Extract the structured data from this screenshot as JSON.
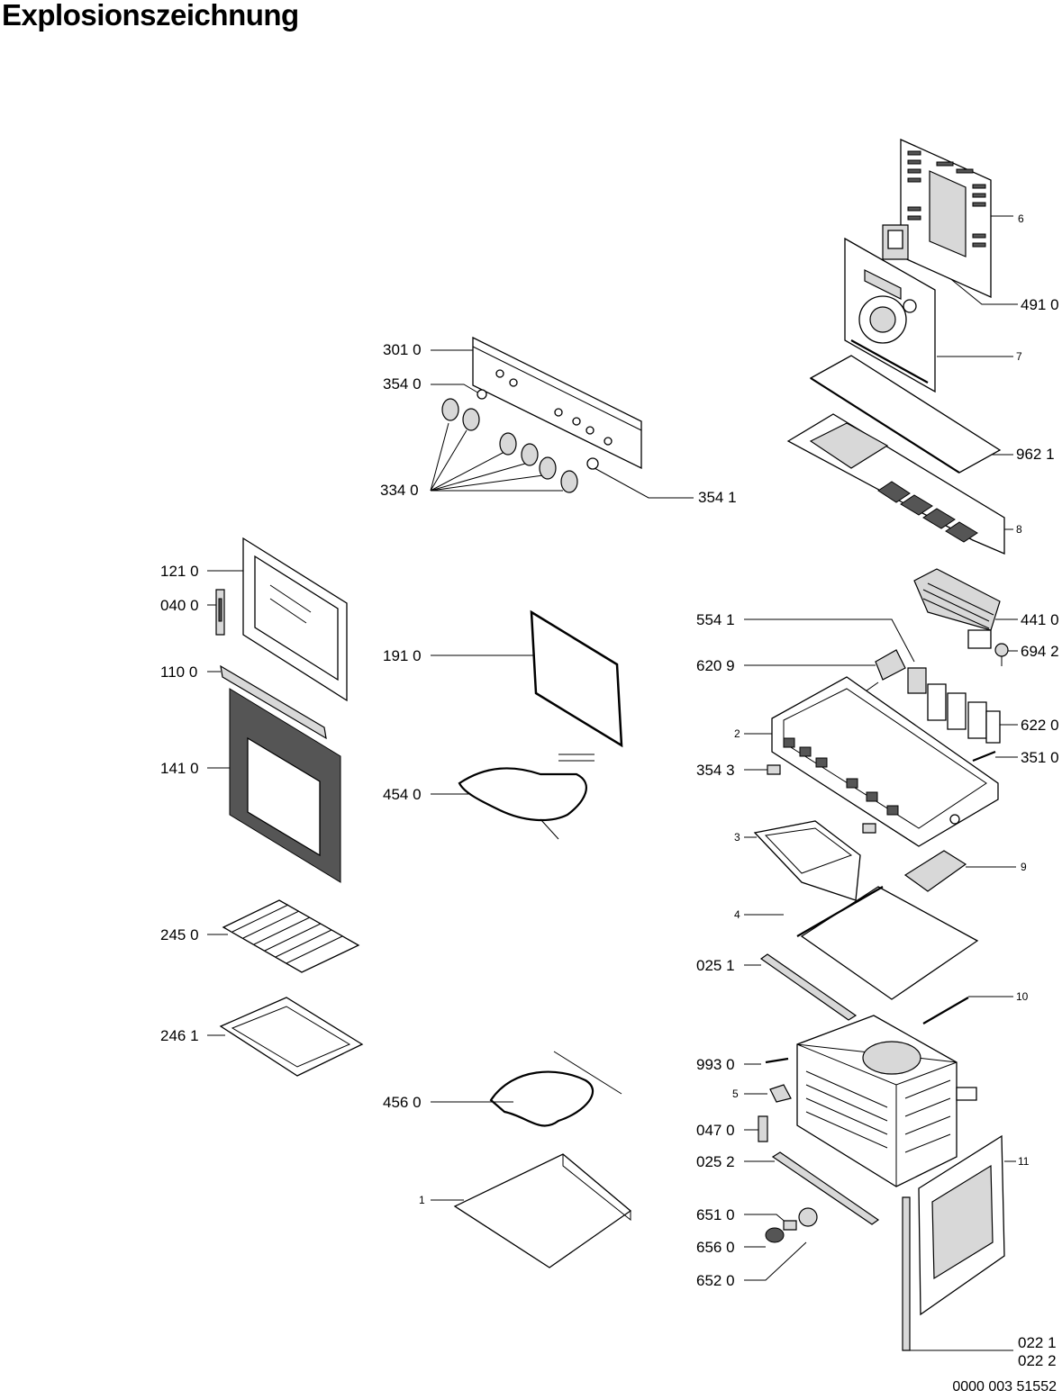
{
  "title": "Explosionszeichnung",
  "document_number": "0000 003 51552",
  "parts": {
    "p6": "6",
    "p4910": "491 0",
    "p7": "7",
    "p3010": "301 0",
    "p3540": "354 0",
    "p9621": "962 1",
    "p3340": "334 0",
    "p3541": "354 1",
    "p8": "8",
    "p1210": "121 0",
    "p0400": "040 0",
    "p1910": "191 0",
    "p5541": "554 1",
    "p4410": "441 0",
    "p6942": "694 2",
    "p6209": "620 9",
    "p1100": "110 0",
    "p6220": "622 0",
    "p2": "2",
    "p1410": "141 0",
    "p3543": "354 3",
    "p3510": "351 0",
    "p4540": "454 0",
    "p3": "3",
    "p9": "9",
    "p2450": "245 0",
    "p4": "4",
    "p0251": "025 1",
    "p10": "10",
    "p2461": "246 1",
    "p9930": "993 0",
    "p5": "5",
    "p4560": "456 0",
    "p0470": "047 0",
    "p0252": "025 2",
    "p11": "11",
    "p1": "1",
    "p6510": "651 0",
    "p6560": "656 0",
    "p6520": "652 0",
    "p0221": "022 1",
    "p0222": "022 2"
  }
}
